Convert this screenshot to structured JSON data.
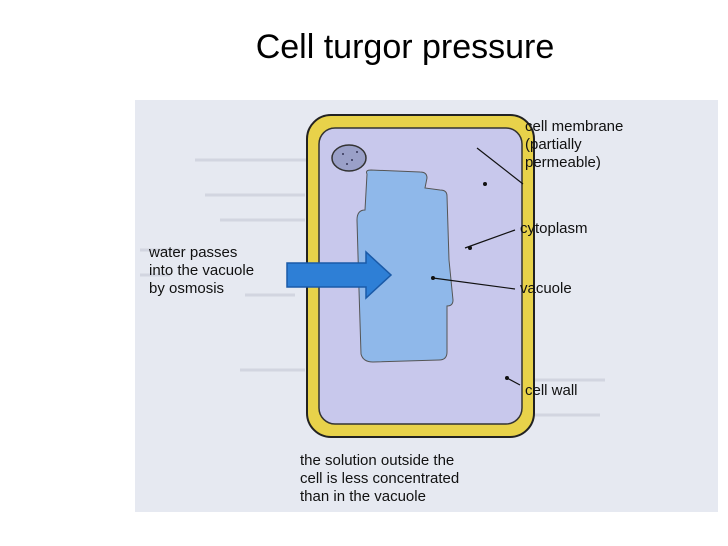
{
  "title": "Cell turgor pressure",
  "labels": {
    "cell_membrane": "cell membrane\n(partially\npermeable)",
    "cytoplasm": "cytoplasm",
    "vacuole": "vacuole",
    "cell_wall": "cell wall",
    "water_passes": "water passes\ninto the vacuole\nby osmosis",
    "solution_outside": "the solution outside the\ncell is less concentrated\nthan in the vacuole"
  },
  "colors": {
    "background": "#e6e9f1",
    "cell_wall": "#e8d24a",
    "cytoplasm": "#c8c8ec",
    "vacuole": "#8fb8ea",
    "arrow": "#2e7fd6",
    "outline": "#222222"
  }
}
